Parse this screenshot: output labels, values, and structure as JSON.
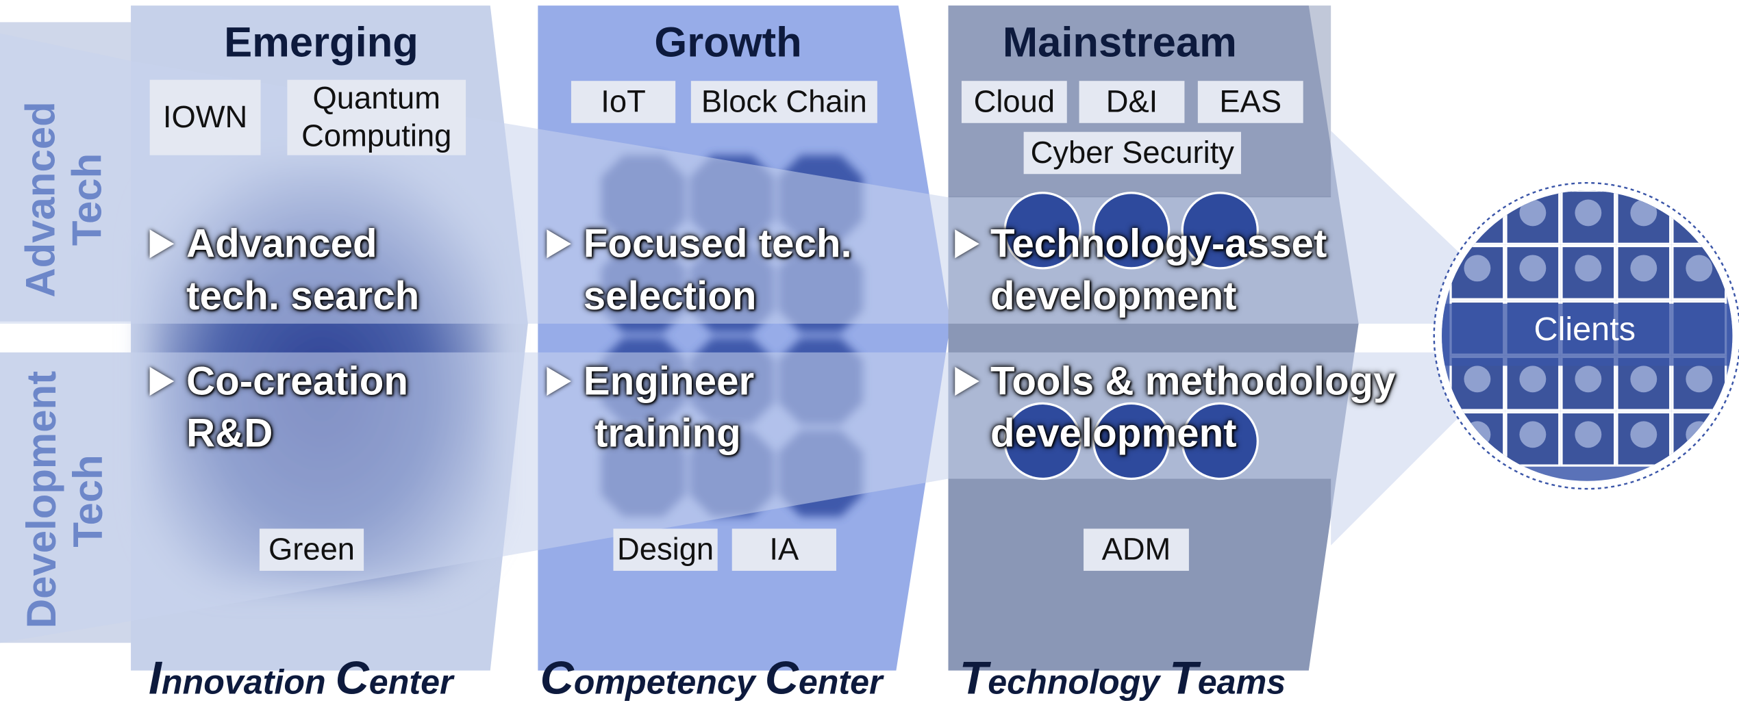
{
  "stages": [
    {
      "heading": "Emerging",
      "team": {
        "cap1": "I",
        "rest1": "nnovation ",
        "cap2": "C",
        "rest2": "enter"
      }
    },
    {
      "heading": "Growth",
      "team": {
        "cap1": "C",
        "rest1": "ompetency ",
        "cap2": "C",
        "rest2": "enter"
      }
    },
    {
      "heading": "Mainstream",
      "team": {
        "cap1": "T",
        "rest1": "echnology ",
        "cap2": "T",
        "rest2": "eams"
      }
    }
  ],
  "rows": [
    {
      "line1": "Advanced",
      "line2": "Tech"
    },
    {
      "line1": "Development",
      "line2": "Tech"
    }
  ],
  "emerging": {
    "tags_top": [
      "IOWN",
      "Quantum\nComputing"
    ],
    "tag_bottom": "Green",
    "activities": [
      {
        "line1": "Advanced",
        "line2": "tech. search"
      },
      {
        "line1": "Co-creation",
        "line2": "R&D"
      }
    ]
  },
  "growth": {
    "tags_top": [
      "IoT",
      "Block Chain"
    ],
    "tags_bottom": [
      "Design",
      "IA"
    ],
    "activities": [
      {
        "line1": "Focused tech.",
        "line2": "selection"
      },
      {
        "line1": "Engineer",
        "line2": "training"
      }
    ]
  },
  "mainstream": {
    "tags_top": [
      "Cloud",
      "D&I",
      "EAS",
      "Cyber Security"
    ],
    "tag_bottom": "ADM",
    "activities": [
      {
        "line1": "Technology-asset",
        "line2": "development"
      },
      {
        "line1": "Tools & methodology",
        "line2": "development"
      }
    ]
  },
  "target": {
    "label": "Clients"
  },
  "colors": {
    "row_band": "#cfd7ea",
    "emerging_panel": "#c6d1ea",
    "emerging_blob": "#2b3f93",
    "growth_panel": "#97ace8",
    "growth_octagon": "#3a55a8",
    "mainstream_panel": "#8a97b6",
    "mainstream_circle": "#2e4a9d",
    "funnel": "#c9d3ec",
    "heading_text": "#0d1a3d",
    "row_label": "#6d87c9"
  }
}
